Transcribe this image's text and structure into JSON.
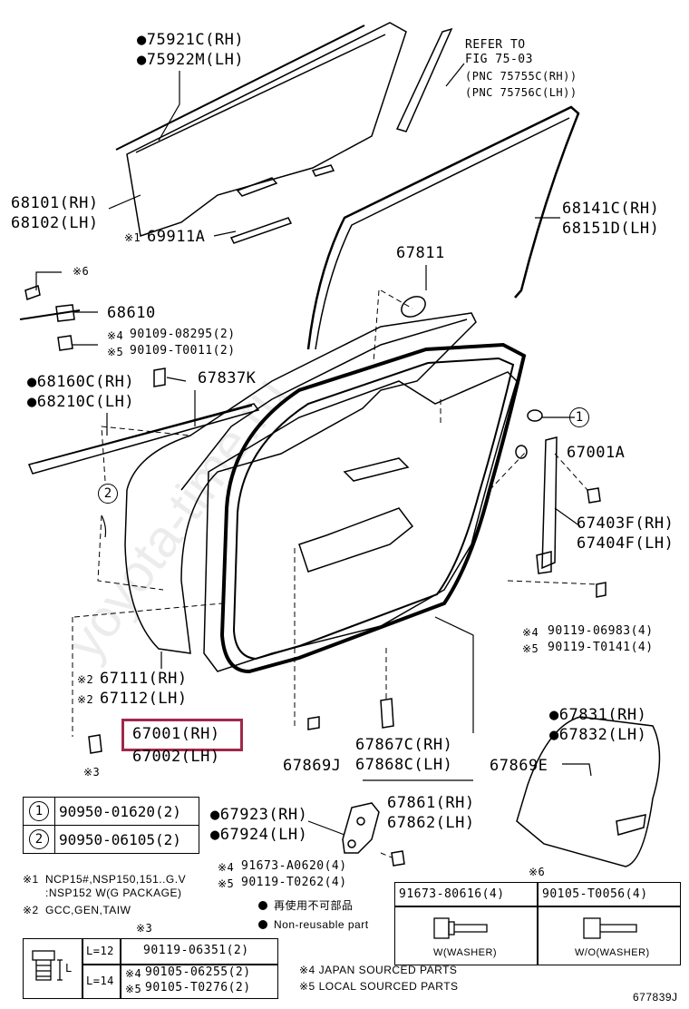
{
  "labels": {
    "glass_rh": "●75921C(RH)",
    "glass_lh": "●75922M(LH)",
    "refer_1": "REFER TO",
    "refer_2": "FIG 75-03",
    "refer_3": "(PNC 75755C(RH))",
    "refer_4": "(PNC 75756C(LH))",
    "g68101": "68101(RH)",
    "g68102": "68102(LH)",
    "g69911_mark": "※1",
    "g69911": "69911A",
    "w68141": "68141C(RH)",
    "w68151": "68151D(LH)",
    "p67811": "67811",
    "mark6_top": "※6",
    "p68610": "68610",
    "b08295_mark": "※4",
    "b08295": "90109-08295(2)",
    "bT0011_mark": "※5",
    "bT0011": "90109-T0011(2)",
    "m68160": "●68160C(RH)",
    "m68210": "●68210C(LH)",
    "p67837": "67837K",
    "p67001A": "67001A",
    "m67403": "67403F(RH)",
    "m67404": "67404F(LH)",
    "b06983_mark": "※4",
    "b06983": "90119-06983(4)",
    "bT0141_mark": "※5",
    "bT0141": "90119-T0141(4)",
    "p67111_mark": "※2",
    "p67111": "67111(RH)",
    "p67112_mark": "※2",
    "p67112": "67112(LH)",
    "p67001": "67001(RH)",
    "p67002": "67002(LH)",
    "mark3": "※3",
    "p67869J": "67869J",
    "p67867": "67867C(RH)",
    "p67868": "67868C(LH)",
    "p67869E": "67869E",
    "p67831": "●67831(RH)",
    "p67832": "●67832(LH)",
    "p67861": "67861(RH)",
    "p67862": "67862(LH)",
    "p67923": "●67923(RH)",
    "p67924": "●67924(LH)",
    "cA0620_mark": "※4",
    "cA0620": "91673-A0620(4)",
    "cT0262_mark": "※5",
    "cT0262": "90119-T0262(4)",
    "mark6_table": "※6",
    "fig_no": "677839J"
  },
  "callouts": [
    "1",
    "2"
  ],
  "ref_table": [
    {
      "num": "1",
      "part": "90950-01620(2)"
    },
    {
      "num": "2",
      "part": "90950-06105(2)"
    }
  ],
  "notes": {
    "n1_mark": "※1",
    "n1_line1": "NCP15#,NSP150,151..G.V",
    "n1_line2": ":NSP152 W(G PACKAGE)",
    "n2_mark": "※2",
    "n2": "GCC,GEN,TAIW",
    "nonreuse_jp": "再使用不可部品",
    "nonreuse_en": "Non-reusable part",
    "n4": "※4 JAPAN SOURCED PARTS",
    "n5": "※5 LOCAL SOURCED PARTS"
  },
  "bolt_table": {
    "title": "※3",
    "l12": "L=12",
    "l14": "L=14",
    "p06351": "90119-06351(2)",
    "p06255_mark": "※4",
    "p06255": "90105-06255(2)",
    "pT0276_mark": "※5",
    "pT0276": "90105-T0276(2)",
    "l_label": "L"
  },
  "fastener_table": {
    "c1_title": "91673-80616(4)",
    "c1_sub": "W(WASHER)",
    "c2_title": "90105-T0056(4)",
    "c2_sub": "W/O(WASHER)"
  },
  "watermark": "yoyota-time.ru",
  "colors": {
    "highlight": "#a0284b",
    "line": "#000000"
  }
}
